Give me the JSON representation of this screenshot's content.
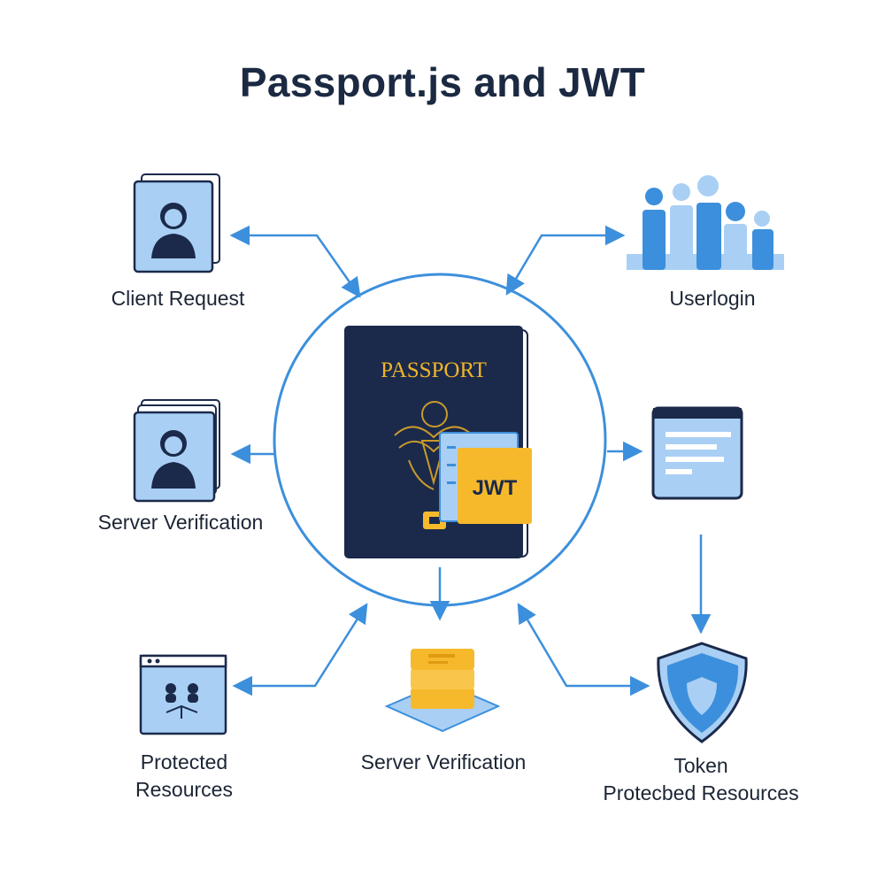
{
  "title": "Passport.js and JWT",
  "center": {
    "passport_text": "PASSPORT",
    "badge_text": "JWT"
  },
  "nodes": {
    "client_request": "Client Request",
    "userlogin": "Userlogin",
    "server_verification_left": "Server Verification",
    "server_verification_bottom": "Server Verification",
    "protected_resources": [
      "Protected",
      "Resources"
    ],
    "token_protected": [
      "Token",
      "Protecbed Resources"
    ]
  },
  "colors": {
    "accent_blue": "#3c8fdc",
    "light_blue": "#a9cff4",
    "navy": "#1b2a4a",
    "gold": "#f6b92c",
    "text_dark": "#1b2a42"
  }
}
